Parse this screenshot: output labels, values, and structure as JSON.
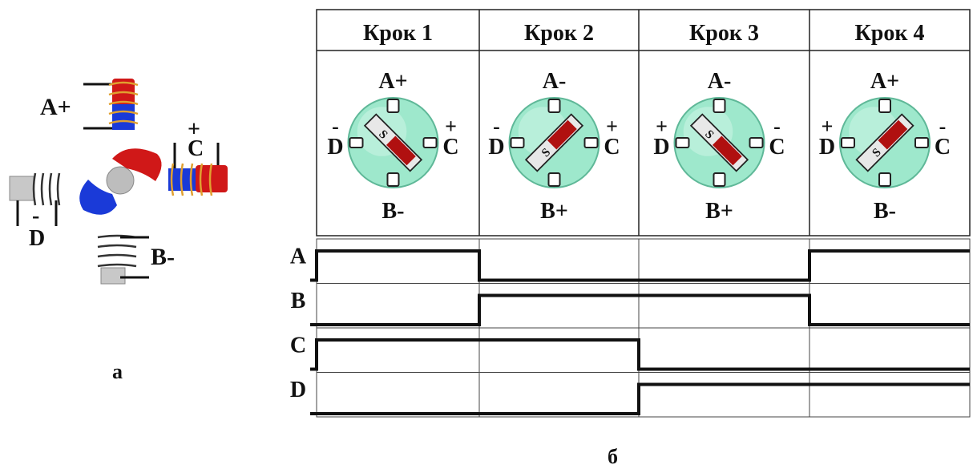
{
  "part_a": {
    "caption": "а",
    "coil_labels": {
      "a": "A+",
      "b": "B-",
      "c": "C",
      "c_sign": "+",
      "d": "D",
      "d_sign": "-"
    }
  },
  "part_b": {
    "caption": "б",
    "steps": [
      {
        "header": "Крок 1",
        "top": "A+",
        "bottom": "B-",
        "left": "D",
        "left_sign": "-",
        "right": "C",
        "right_sign": "+",
        "needle_angle": 45
      },
      {
        "header": "Крок 2",
        "top": "A-",
        "bottom": "B+",
        "left": "D",
        "left_sign": "-",
        "right": "C",
        "right_sign": "+",
        "needle_angle": -45
      },
      {
        "header": "Крок 3",
        "top": "A-",
        "bottom": "B+",
        "left": "D",
        "left_sign": "+",
        "right": "C",
        "right_sign": "-",
        "needle_angle": 45
      },
      {
        "header": "Крок 4",
        "top": "A+",
        "bottom": "B-",
        "left": "D",
        "left_sign": "+",
        "right": "C",
        "right_sign": "-",
        "needle_angle": -45
      }
    ],
    "rotor_label": "S",
    "signals": [
      {
        "name": "A",
        "levels": [
          1,
          0,
          0,
          1
        ]
      },
      {
        "name": "B",
        "levels": [
          0,
          1,
          1,
          0
        ]
      },
      {
        "name": "C",
        "levels": [
          1,
          1,
          0,
          0
        ]
      },
      {
        "name": "D",
        "levels": [
          0,
          0,
          1,
          1
        ]
      }
    ]
  },
  "colors": {
    "rotor_disc": "#9ee8cc",
    "rotor_disc_edge": "#5fb898",
    "red": "#d01818",
    "blue": "#1a3ad8",
    "coil_grey": "#c8c8c8",
    "line": "#111111",
    "grid": "#555555"
  }
}
